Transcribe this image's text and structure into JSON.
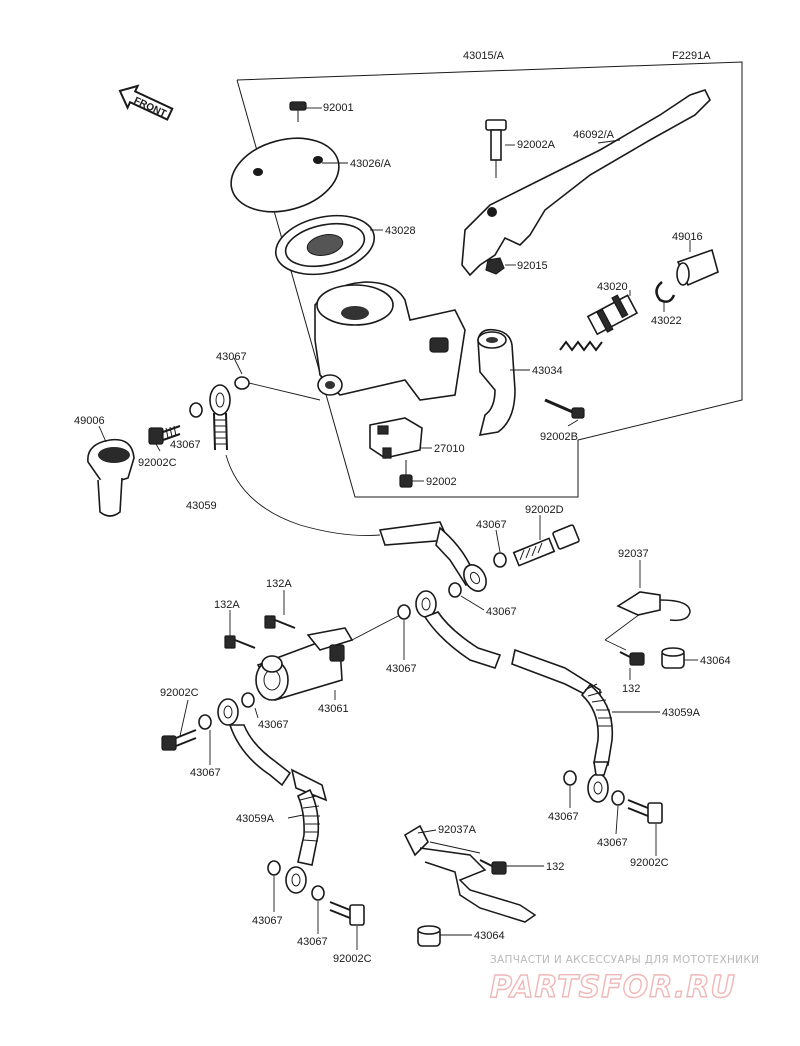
{
  "figure_code": "F2291A",
  "front_label": "FRONT",
  "labels": {
    "l_43015A": "43015/A",
    "l_92001": "92001",
    "l_43026A": "43026/A",
    "l_43028": "43028",
    "l_92002A": "92002A",
    "l_46092A": "46092/A",
    "l_92015": "92015",
    "l_49016": "49016",
    "l_43020": "43020",
    "l_43022": "43022",
    "l_43034": "43034",
    "l_92002B": "92002B",
    "l_43067_a": "43067",
    "l_49006": "49006",
    "l_43067_b": "43067",
    "l_92002C_a": "92002C",
    "l_27010": "27010",
    "l_92002": "92002",
    "l_43059": "43059",
    "l_43067_c": "43067",
    "l_92002D": "92002D",
    "l_92037": "92037",
    "l_43067_d": "43067",
    "l_132A_a": "132A",
    "l_132A_b": "132A",
    "l_43067_e": "43067",
    "l_43064_a": "43064",
    "l_132_a": "132",
    "l_92002C_b": "92002C",
    "l_43067_f": "43067",
    "l_43061": "43061",
    "l_43059A_a": "43059A",
    "l_43067_g": "43067",
    "l_43067_h": "43067",
    "l_43067_i": "43067",
    "l_92002C_c": "92002C",
    "l_43059A_b": "43059A",
    "l_92037A": "92037A",
    "l_132_b": "132",
    "l_43067_j": "43067",
    "l_43067_k": "43067",
    "l_92002C_d": "92002C",
    "l_43064_b": "43064"
  },
  "watermark": {
    "tagline": "ЗАПЧАСТИ И АКСЕССУАРЫ ДЛЯ МОТОТЕХНИКИ",
    "logo": "PARTSFOR.RU"
  }
}
